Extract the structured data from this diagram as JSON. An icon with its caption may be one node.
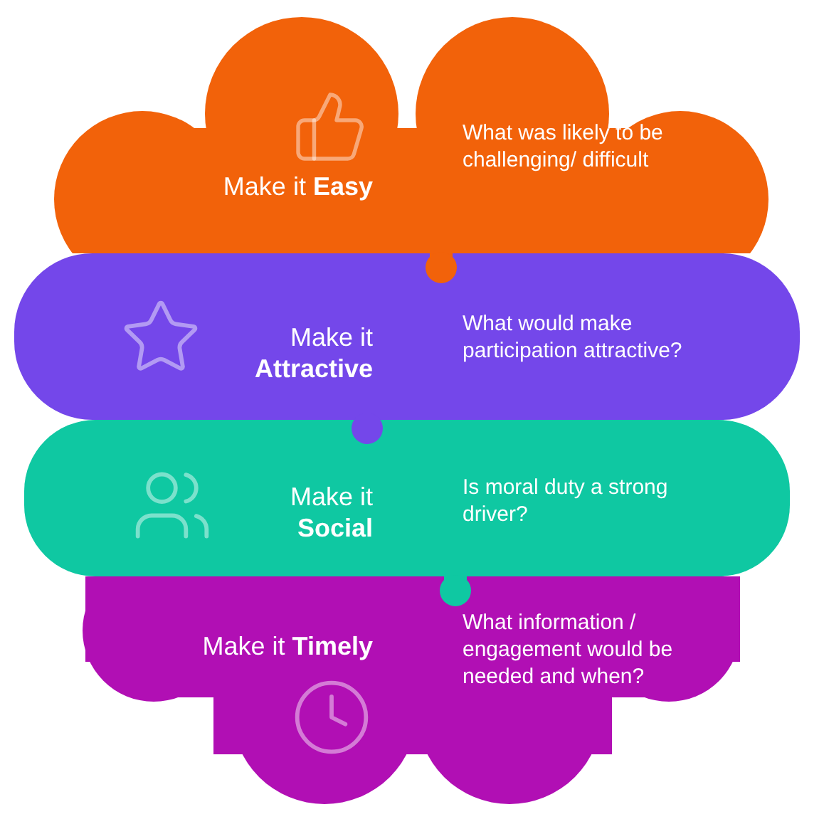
{
  "diagram": {
    "nodes": [
      {
        "text": [
          "Make it **Easy**",
          "What was likely to be challenging/ difficult"
        ]
      },
      {
        "text": [
          "Make it **Attractive**",
          "What would make participation attractive?"
        ]
      },
      {
        "text": [
          "Make it **Social**",
          "Is moral duty a strong driver?"
        ]
      },
      {
        "text": [
          "Make it **Timely**",
          "What information / engagement would be needed and when?"
        ]
      }
    ]
  }
}
